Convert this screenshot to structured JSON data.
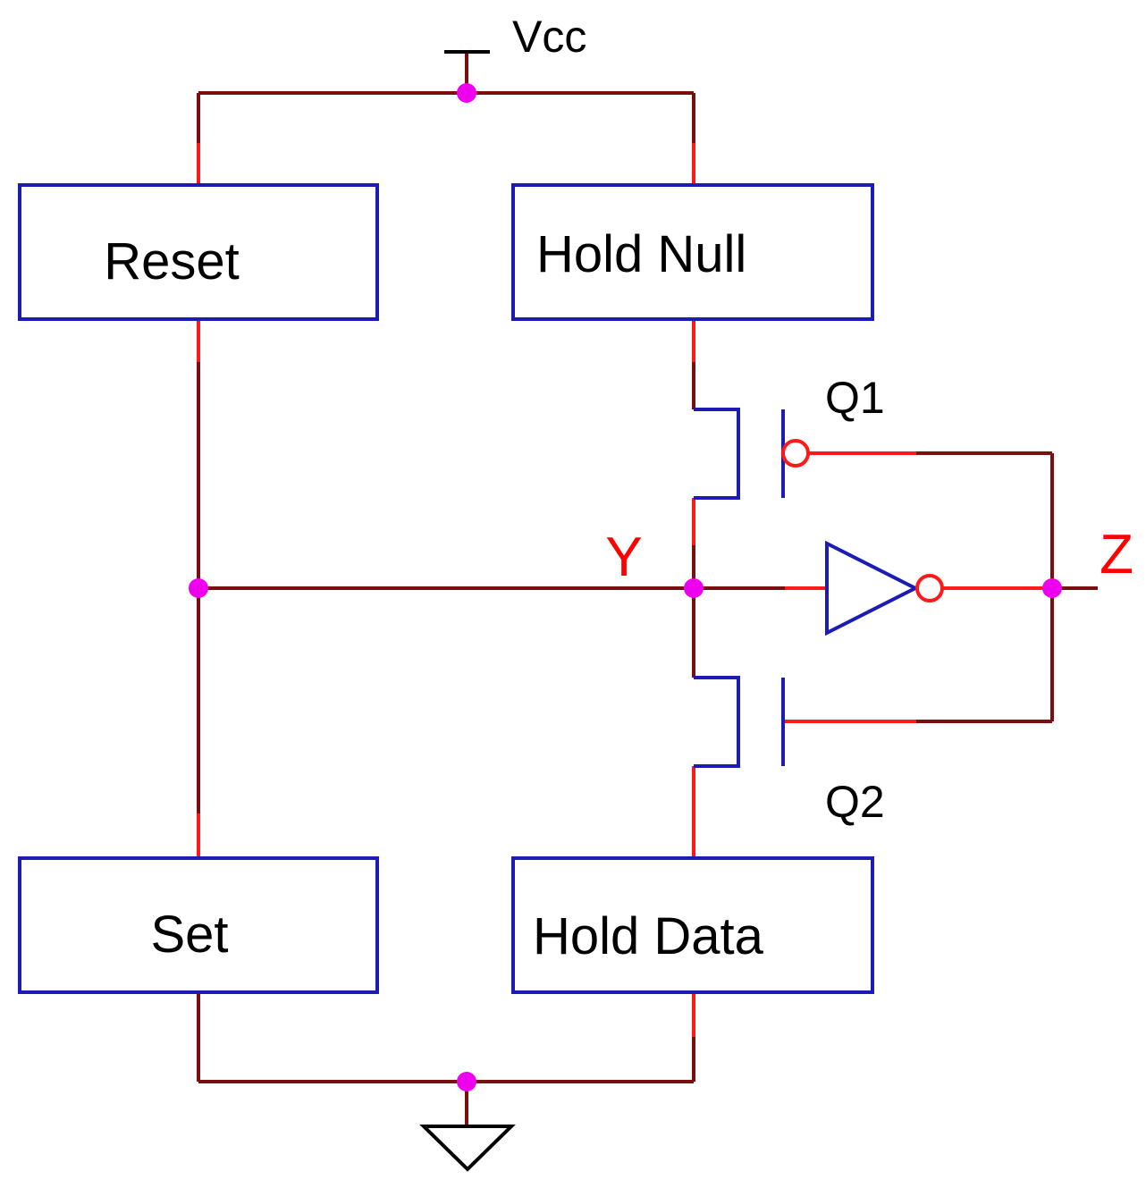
{
  "labels": {
    "vcc": "Vcc",
    "reset": "Reset",
    "hold_null": "Hold Null",
    "set": "Set",
    "hold_data": "Hold Data",
    "q1": "Q1",
    "q2": "Q2",
    "node_y": "Y",
    "node_z": "Z"
  },
  "colors": {
    "wire_dark": "#7a0f0f",
    "wire_red": "#ff1a1a",
    "component_blue": "#1c1cb4",
    "junction": "#ee00ee",
    "label_black": "#000000",
    "label_red": "#ff0000"
  }
}
